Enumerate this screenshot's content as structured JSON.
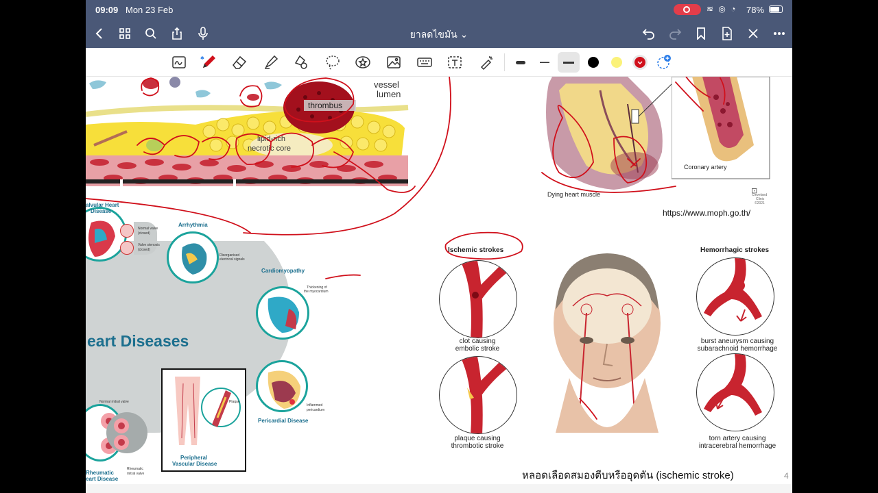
{
  "status": {
    "time": "09:09",
    "date": "Mon 23 Feb",
    "battery": "78%"
  },
  "nav": {
    "title": "ยาลดไขมัน",
    "title_caret": "⌄"
  },
  "page": {
    "labels": {
      "vessel": "vessel",
      "lumen": "lumen",
      "thrombus": "thrombus",
      "lipid1": "lipid-rich",
      "lipid2": "necrotic core",
      "dying": "Dying heart muscle",
      "coronary": "Coronary artery",
      "clinic1": "Cleveland",
      "clinic2": "Clinic",
      "clinic3": "©2021",
      "url": "https://www.moph.go.th/"
    },
    "heart": {
      "valvular1": "alvular Heart",
      "valvular2": "Disease",
      "normal_valve": "Normal valve",
      "closed1": "(closed)",
      "valve_stenosis": "Valve stenosis",
      "closed2": "(closed)",
      "arrhythmia": "Arrhythmia",
      "disorganised1": "Disorganised",
      "disorganised2": "electrical signals",
      "cardiomyopathy": "Cardiomyopathy",
      "thickening1": "Thickening of",
      "thickening2": "the myocardium",
      "title": "eart Diseases",
      "normal_mitral": "Normal mitral valve",
      "rheumatic1": "Rheumatic",
      "rheumatic2": "eart Disease",
      "rheumatic_mitral1": "Rheumatic",
      "rheumatic_mitral2": "mitral valve",
      "plaque": "Plaque",
      "peripheral1": "Peripheral",
      "peripheral2": "Vascular Disease",
      "inflamed1": "Inflammed",
      "inflamed2": "pericardium",
      "pericardial": "Pericardial Disease"
    },
    "stroke": {
      "ischemic": "Ischemic strokes",
      "hemorrhagic": "Hemorrhagic strokes",
      "clot1": "clot causing",
      "clot2": "embolic stroke",
      "plaque1": "plaque causing",
      "plaque2": "thrombotic stroke",
      "burst1": "burst aneurysm causing",
      "burst2": "subarachnoid hemorrhage",
      "torn1": "torn artery causing",
      "torn2": "intracerebral hemorrhage"
    },
    "caption": "หลอดเลือดสมองตีบหรืออุดตัน (ischemic stroke)",
    "page_number": "4"
  },
  "colors": {
    "nav_bg": "#4a5877",
    "accent_red": "#d0101b",
    "teal": "#1ba39c"
  }
}
